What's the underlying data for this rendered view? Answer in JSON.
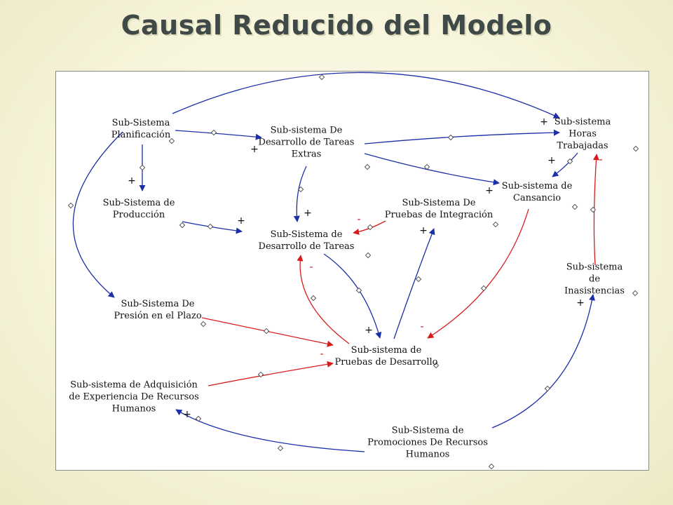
{
  "title": "Causal Reducido del Modelo",
  "colors": {
    "positive": "#1c2ea8",
    "negative": "#d81c1c"
  },
  "nodes": [
    {
      "id": "planificacion",
      "label": "Sub-Sistema\nPlanificación"
    },
    {
      "id": "tareas_extras",
      "label": "Sub-sistema De\nDesarrollo de Tareas\nExtras"
    },
    {
      "id": "horas",
      "label": "Sub-sistema Horas\nTrabajadas"
    },
    {
      "id": "produccion",
      "label": "Sub-Sistema de\nProducción"
    },
    {
      "id": "pruebas_integracion",
      "label": "Sub-Sistema De\nPruebas de Integración"
    },
    {
      "id": "cansancio",
      "label": "Sub-sistema de\nCansancio"
    },
    {
      "id": "desarrollo_tareas",
      "label": "Sub-Sistema de\nDesarrollo de Tareas"
    },
    {
      "id": "inasistencias",
      "label": "Sub-sistema de\nInasistencias"
    },
    {
      "id": "presion",
      "label": "Sub-Sistema De\nPresión en el Plazo"
    },
    {
      "id": "pruebas_desarrollo",
      "label": "Sub-sistema de\nPruebas de Desarrollo"
    },
    {
      "id": "adquisicion",
      "label": "Sub-sistema de Adquisición\nde Experiencia De Recursos\nHumanos"
    },
    {
      "id": "promociones",
      "label": "Sub-Sistema de\nPromociones De Recursos\nHumanos"
    }
  ],
  "links": [
    {
      "from": "planificacion",
      "to": "horas",
      "polarity": "+"
    },
    {
      "from": "planificacion",
      "to": "tareas_extras",
      "polarity": "+"
    },
    {
      "from": "planificacion",
      "to": "produccion",
      "polarity": "+"
    },
    {
      "from": "planificacion",
      "to": "presion",
      "polarity": "+"
    },
    {
      "from": "tareas_extras",
      "to": "horas",
      "polarity": "+"
    },
    {
      "from": "tareas_extras",
      "to": "cansancio",
      "polarity": "+"
    },
    {
      "from": "tareas_extras",
      "to": "desarrollo_tareas",
      "polarity": "+"
    },
    {
      "from": "horas",
      "to": "cansancio",
      "polarity": "+"
    },
    {
      "from": "produccion",
      "to": "desarrollo_tareas",
      "polarity": "+"
    },
    {
      "from": "pruebas_integracion",
      "to": "desarrollo_tareas",
      "polarity": "-"
    },
    {
      "from": "desarrollo_tareas",
      "to": "pruebas_desarrollo",
      "polarity": "+"
    },
    {
      "from": "pruebas_desarrollo",
      "to": "desarrollo_tareas",
      "polarity": "-"
    },
    {
      "from": "pruebas_desarrollo",
      "to": "pruebas_integracion",
      "polarity": "+"
    },
    {
      "from": "cansancio",
      "to": "pruebas_desarrollo",
      "polarity": "-"
    },
    {
      "from": "presion",
      "to": "pruebas_desarrollo",
      "polarity": "-"
    },
    {
      "from": "adquisicion",
      "to": "pruebas_desarrollo",
      "polarity": "-"
    },
    {
      "from": "inasistencias",
      "to": "horas",
      "polarity": "-"
    },
    {
      "from": "promociones",
      "to": "inasistencias",
      "polarity": "+"
    },
    {
      "from": "promociones",
      "to": "adquisicion",
      "polarity": "+"
    }
  ]
}
